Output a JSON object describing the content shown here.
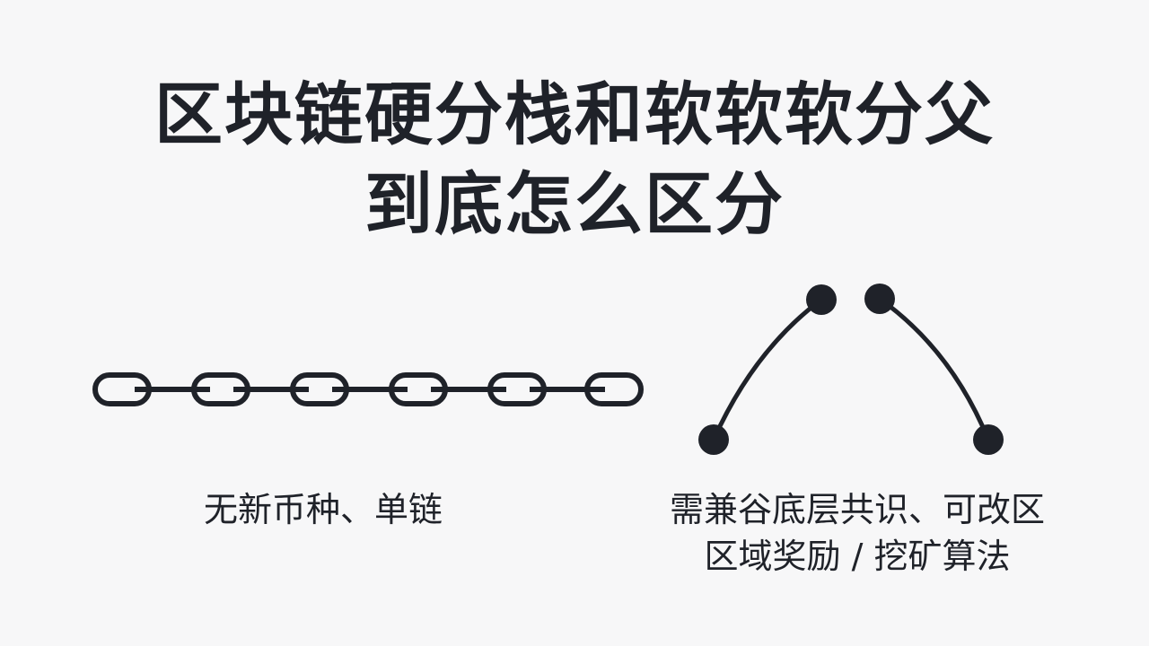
{
  "title": {
    "line1": "区块链硬分栈和软软软分父",
    "line2": "到底怎么区分"
  },
  "left_panel": {
    "icon": "chain-icon",
    "caption": "无新币种、单链"
  },
  "right_panel": {
    "icon": "fork-icon",
    "caption_line1": "需兼谷底层共识、可改区",
    "caption_line2": "区域奖励 / 挖矿算法"
  },
  "colors": {
    "background": "#f7f7f8",
    "ink": "#1f2229"
  }
}
